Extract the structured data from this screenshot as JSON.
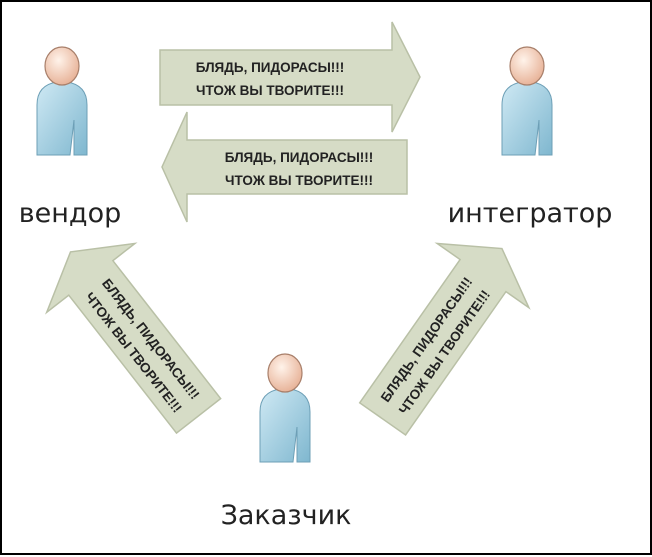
{
  "actors": {
    "vendor": "вендор",
    "integrator": "интегратор",
    "customer": "Заказчик"
  },
  "arrows": [
    {
      "from": "vendor",
      "to": "integrator",
      "line1": "БЛЯДЬ, ПИДОРАСЫ!!!",
      "line2": "ЧТОЖ ВЫ ТВОРИТЕ!!!"
    },
    {
      "from": "integrator",
      "to": "vendor",
      "line1": "БЛЯДЬ, ПИДОРАСЫ!!!",
      "line2": "ЧТОЖ ВЫ ТВОРИТЕ!!!"
    },
    {
      "from": "customer",
      "to": "vendor",
      "line1": "БЛЯДЬ, ПИДОРАСЫ!!!",
      "line2": "ЧТОЖ ВЫ ТВОРИТЕ!!!"
    },
    {
      "from": "customer",
      "to": "integrator",
      "line1": "БЛЯДЬ, ПИДОРАСЫ!!!",
      "line2": "ЧТОЖ ВЫ ТВОРИТЕ!!!"
    }
  ],
  "colors": {
    "arrow_fill": "#d6dcc6",
    "head": "#f5d2bd",
    "body": "#a9d3e6"
  }
}
